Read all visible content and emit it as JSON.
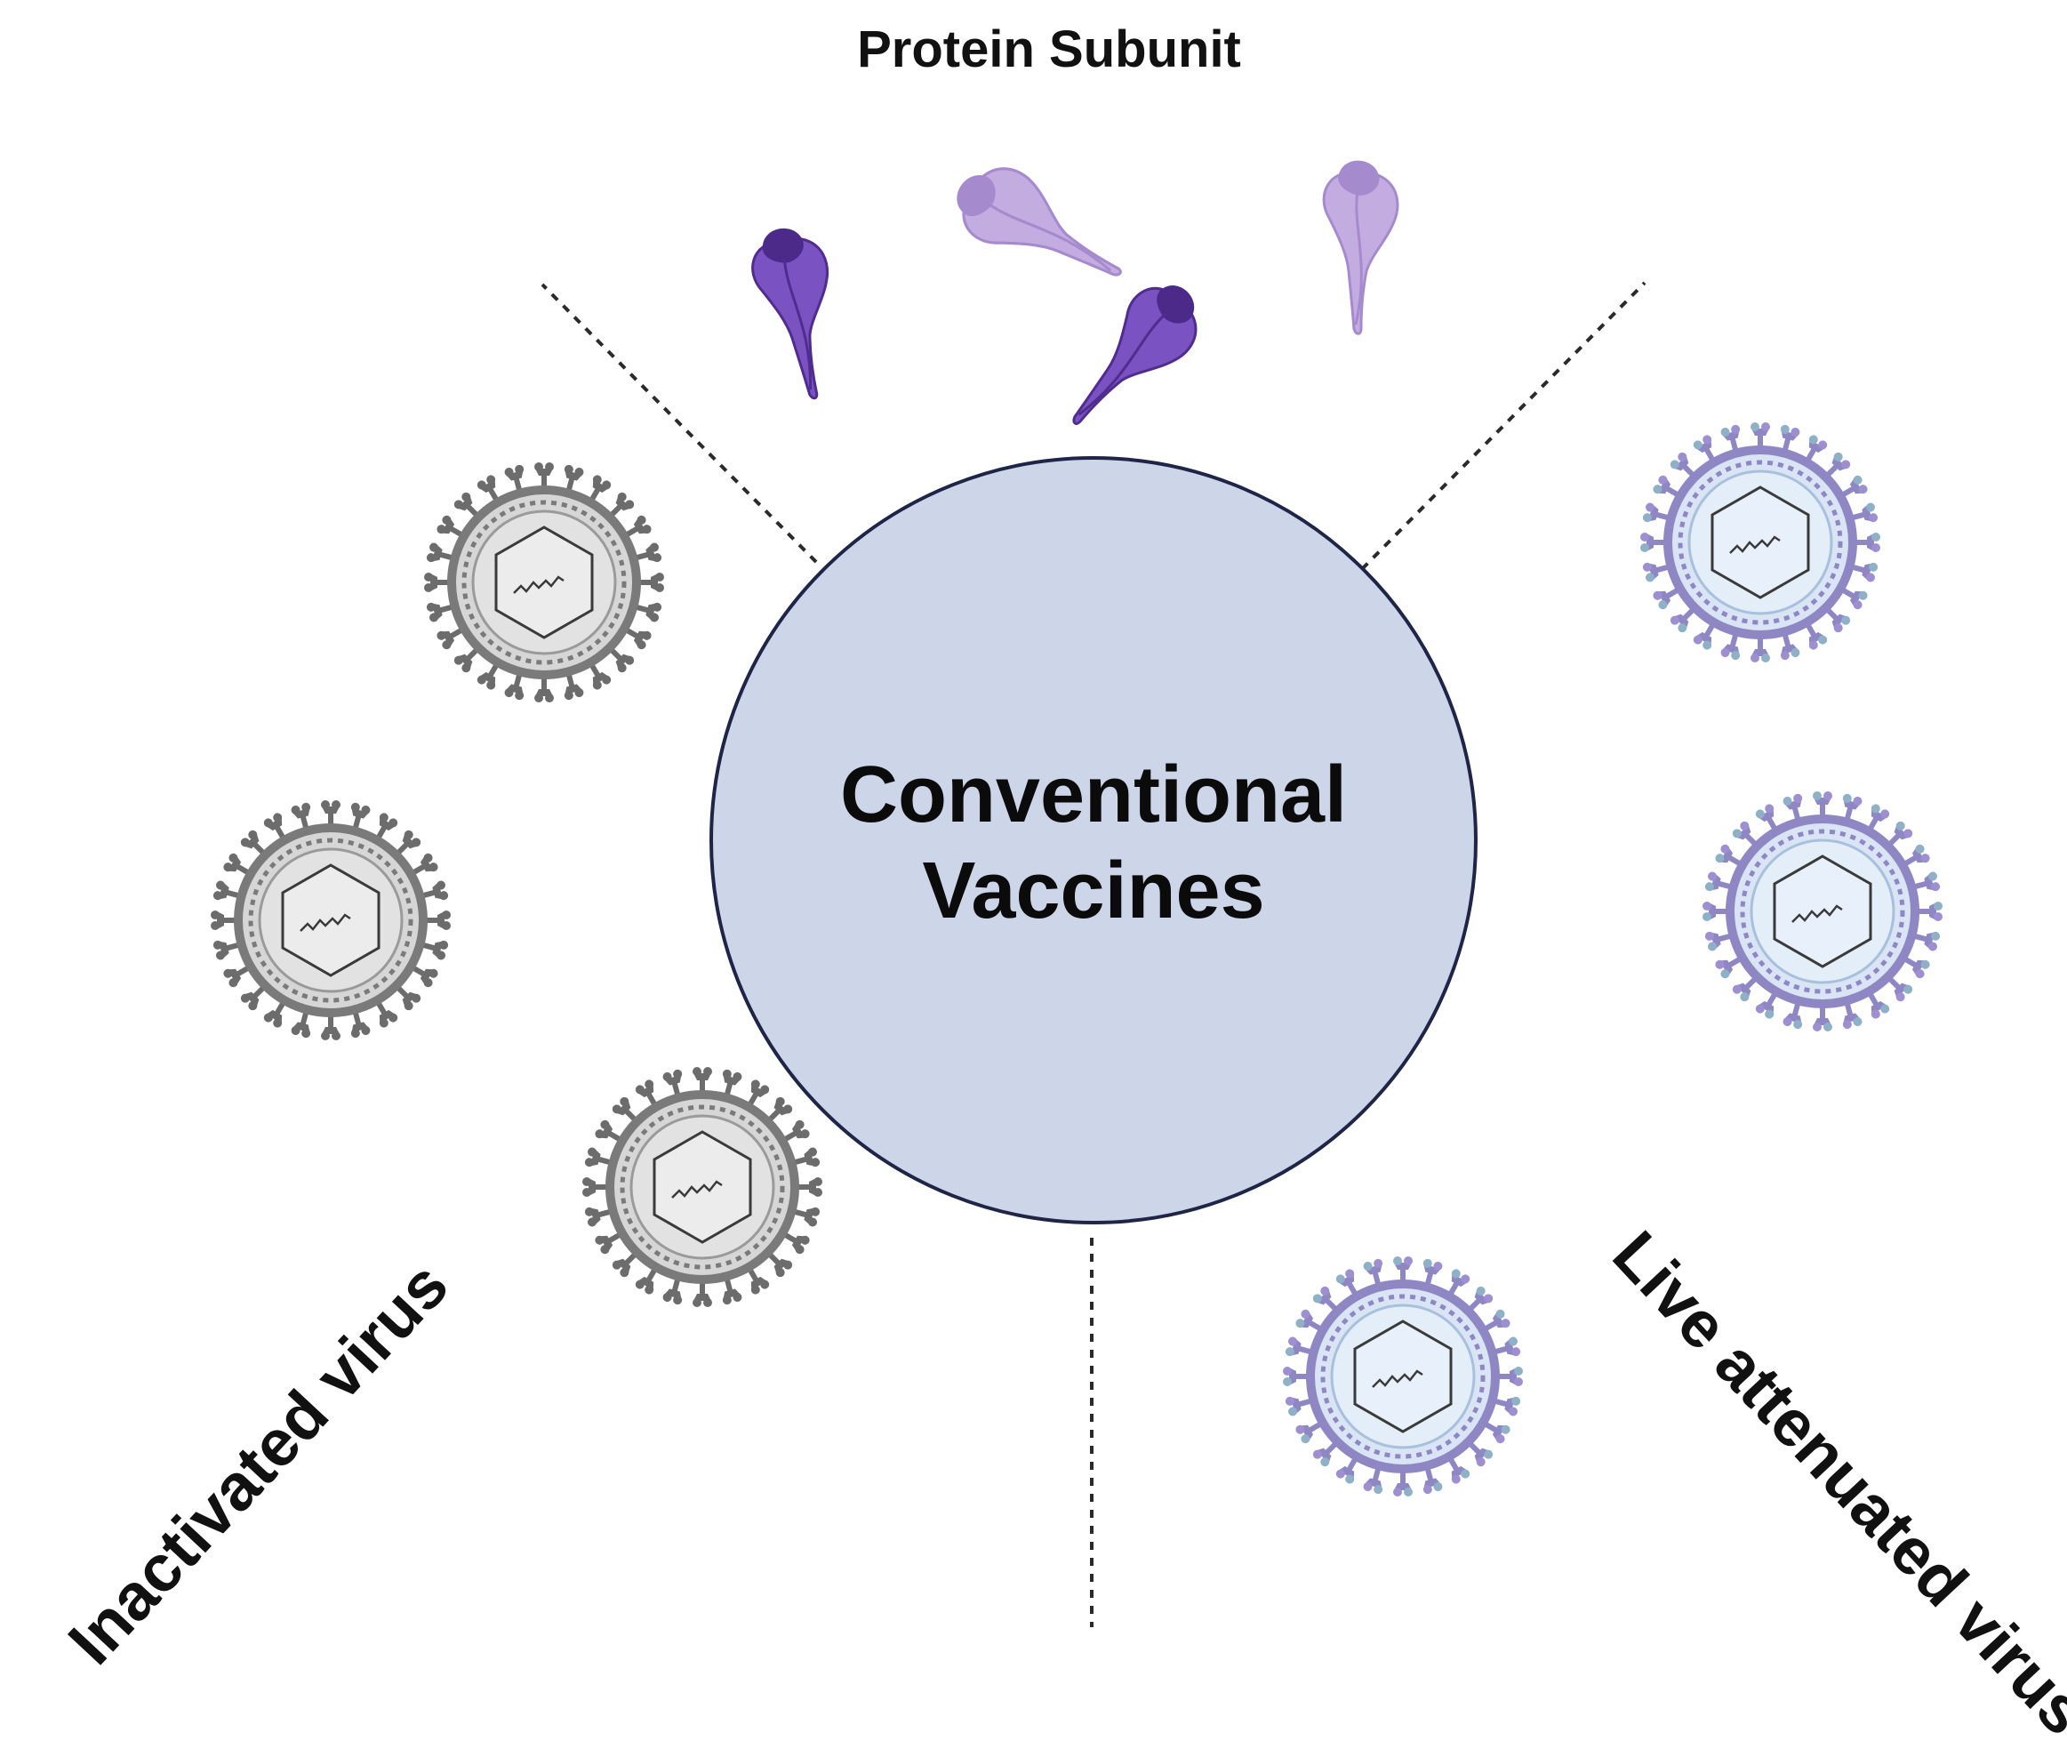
{
  "diagram": {
    "center_title_line1": "Conventional",
    "center_title_line2": "Vaccines",
    "top_label": "Protein Subunit",
    "left_label": "Inactivated virus",
    "right_label": "Live attenuated virus"
  },
  "colors": {
    "center_fill": "#cdd5e9",
    "center_stroke": "#1e2547",
    "inactivated_virus": "#7a7a7a",
    "inactivated_core": "#e2e2e2",
    "attenuated_virus": "#8f86c4",
    "attenuated_core": "#e3eef9",
    "protein_dark": "#6a3fb1",
    "protein_light": "#b9a0dc",
    "divider": "#2a2a2a"
  },
  "icons": [
    "inactivated-virus-icon",
    "live-attenuated-virus-icon",
    "protein-subunit-icon"
  ]
}
